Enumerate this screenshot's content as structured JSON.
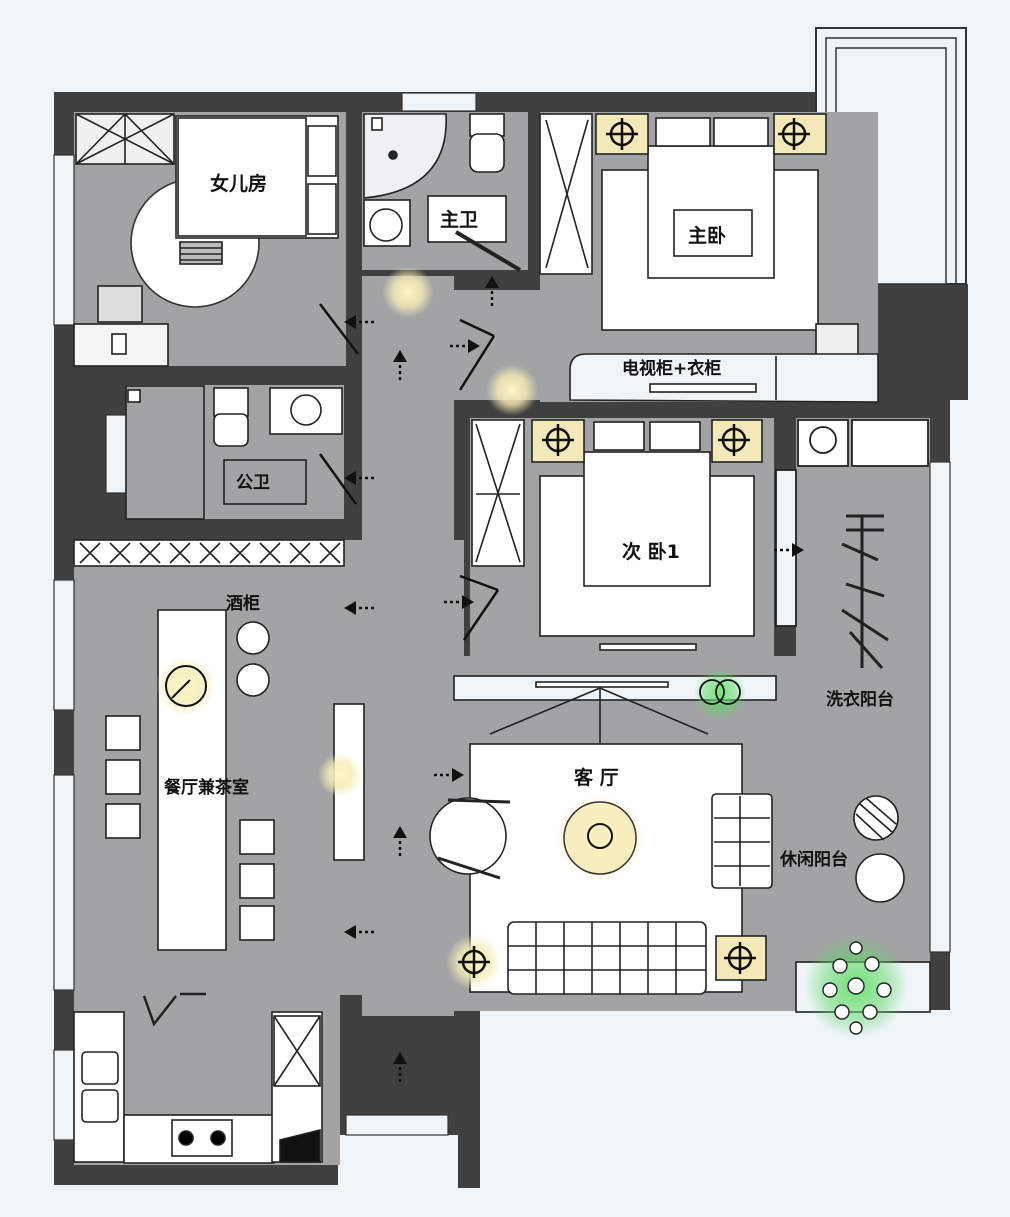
{
  "rooms": {
    "daughter_room": "女儿房",
    "master_bath": "主卫",
    "master_bedroom": "主卧",
    "tv_wardrobe": "电视柜+衣柜",
    "public_bath": "公卫",
    "bedroom2": "次  卧1",
    "wine_cabinet": "酒柜",
    "dining_tea": "餐厅兼茶室",
    "laundry_balcony": "洗衣阳台",
    "living_room": "客  厅",
    "leisure_balcony": "休闲阳台"
  },
  "colors": {
    "background": "#eef4f8",
    "wall": "#404040",
    "floor": "#a1a3a5",
    "furniture": "#ffffff",
    "accent_light": "#f3e8b8",
    "plant": "#45d04c"
  }
}
